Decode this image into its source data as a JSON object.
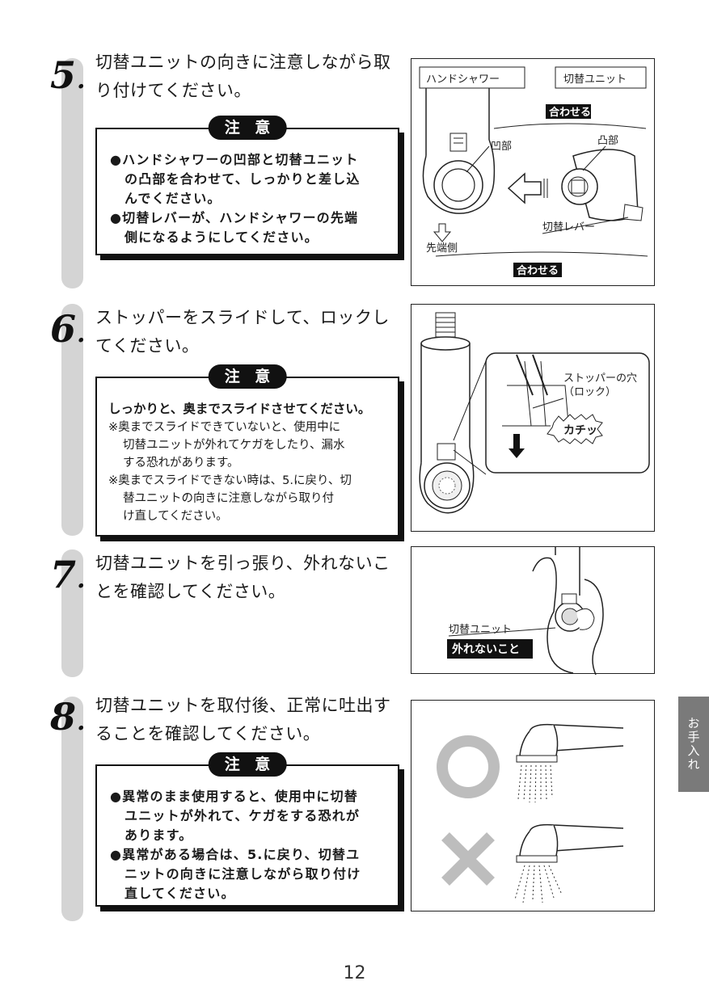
{
  "steps": [
    {
      "number": "5",
      "text": "切替ユニットの向きに注意しながら取り付けてください。",
      "caution_title": "注 意",
      "bullets": [
        [
          "●ハンドシャワーの凹部と切替ユニット",
          "の凸部を合わせて、しっかりと差し込",
          "んでください。"
        ],
        [
          "●切替レバーが、ハンドシャワーの先端",
          "側になるようにしてください。"
        ]
      ],
      "figure": {
        "hand_shower": "ハンドシャワー",
        "switch_unit": "切替ユニット",
        "align_top": "合わせる",
        "concave": "凹部",
        "convex": "凸部",
        "lever": "切替レバー",
        "tip_side": "先端側",
        "align_bottom": "合わせる"
      }
    },
    {
      "number": "6",
      "text": "ストッパーをスライドして、ロックしてください。",
      "caution_title": "注 意",
      "lead": "しっかりと、奥までスライドさせてください。",
      "notes": [
        [
          "※奥までスライドできていないと、使用中に",
          "切替ユニットが外れてケガをしたり、漏水",
          "する恐れがあります。"
        ],
        [
          "※奥までスライドできない時は、5.に戻り、切",
          "替ユニットの向きに注意しながら取り付",
          "け直してください。"
        ]
      ],
      "figure": {
        "stopper_hole": "ストッパーの穴",
        "lock": "（ロック）",
        "click": "カチッ"
      }
    },
    {
      "number": "7",
      "text": "切替ユニットを引っ張り、外れないことを確認してください。",
      "figure": {
        "switch_unit": "切替ユニット",
        "not_come_off": "外れないこと"
      }
    },
    {
      "number": "8",
      "text": "切替ユニットを取付後、正常に吐出することを確認してください。",
      "caution_title": "注 意",
      "bullets": [
        [
          "●異常のまま使用すると、使用中に切替",
          "ユニットが外れて、ケガをする恐れが",
          "あります。"
        ],
        [
          "●異常がある場合は、5.に戻り、切替ユ",
          "ニットの向きに注意しながら取り付け",
          "直してください。"
        ]
      ]
    }
  ],
  "side_tab": "お手入れ",
  "page_number": "12"
}
